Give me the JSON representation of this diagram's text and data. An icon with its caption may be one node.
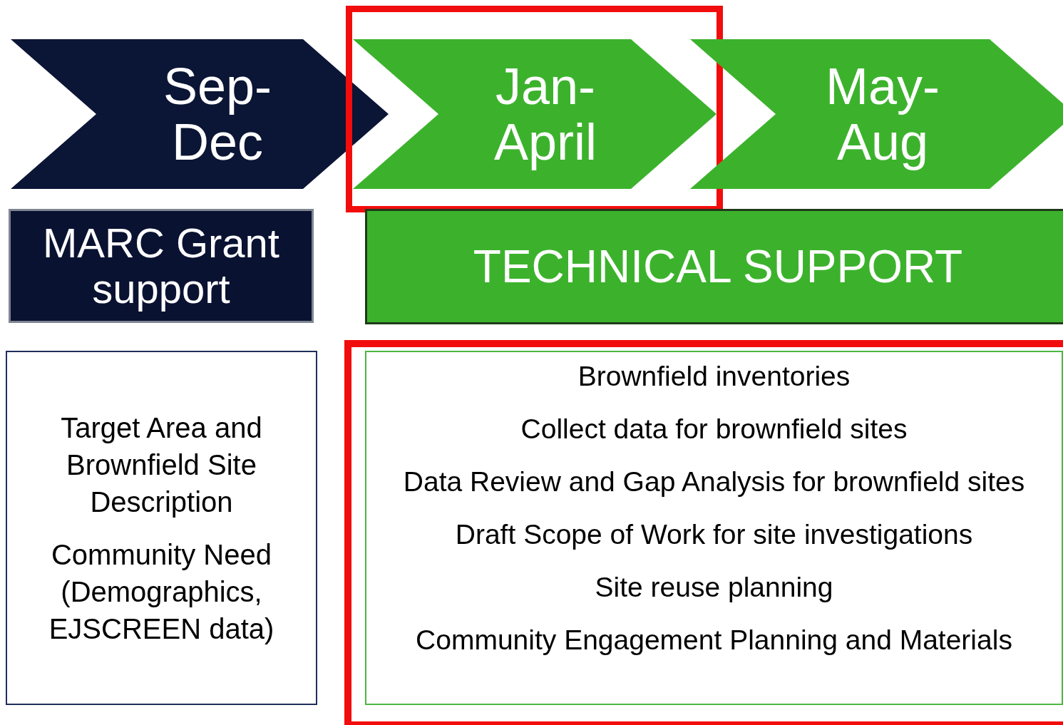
{
  "diagram": {
    "nodes": [
      {
        "text": [
          "Sep- Dec"
        ]
      },
      {
        "text": [],
        "shape": "box"
      },
      {
        "text": [
          "Jan- April"
        ],
        "in": 1
      },
      {
        "text": [
          "May- Aug"
        ]
      },
      {
        "text": [
          "MARC Grant support"
        ]
      },
      {
        "text": [
          "TECHNICAL SUPPORT"
        ]
      },
      {
        "text": [
          "Target Area and Brownfield Site Description",
          "Community Need (Demographics, EJSCREEN data)"
        ]
      },
      {
        "text": [],
        "shape": "box"
      },
      {
        "text": [
          "Brownfield inventories",
          "Collect data for brownfield sites",
          "Data Review and Gap Analysis for brownfield sites",
          "Draft Scope of Work for site investigations",
          "Site reuse planning",
          "Community Engagement Planning and Materials"
        ],
        "in": 7
      }
    ]
  }
}
